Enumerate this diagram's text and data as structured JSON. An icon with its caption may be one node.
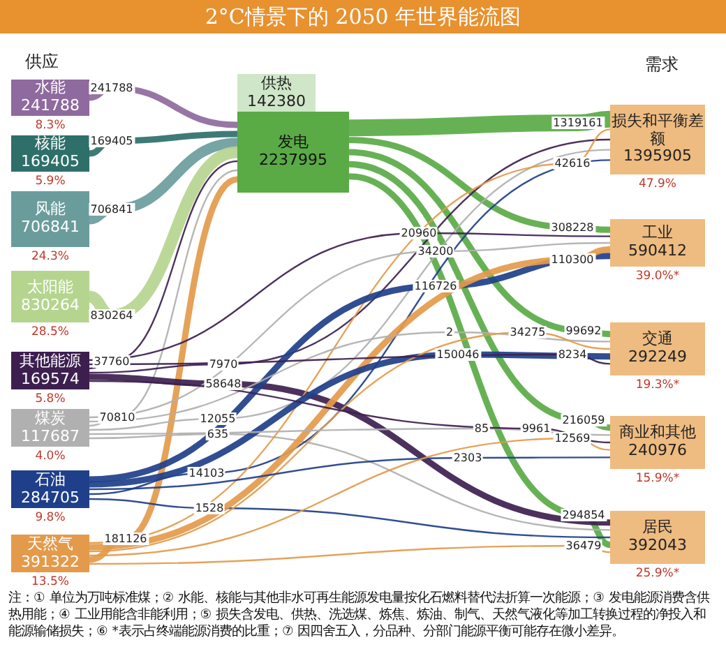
{
  "diagram": {
    "title": "2°C情景下的 2050 年世界能流图",
    "caption": "注：① 单位为万吨标准煤；② 水能、核能与其他非水可再生能源发电量按化石燃料替代法折算一次能源；③ 发电能源消费含供热用能；④ 工业用能含非能利用；⑤ 损失含发电、供热、洗选煤、炼焦、炼油、制气、天然气液化等加工转换过程的净投入和能源输储损失；⑥ *表示占终端能源消费的比重；⑦ 因四舍五入，分品种、分部门能源平衡可能存在微小差异。",
    "nodes": [
      {
        "text": [
          "水能",
          "241788"
        ],
        "beside": [
          "8.3%"
        ]
      },
      {
        "text": [
          "核能",
          "169405"
        ],
        "beside": [
          "5.9%"
        ]
      },
      {
        "text": [
          "风能",
          "706841"
        ],
        "beside": [
          "24.3%"
        ]
      },
      {
        "text": [
          "太阳能",
          "830264"
        ],
        "beside": [
          "28.5%"
        ]
      },
      {
        "text": [
          "其他能源",
          "169574"
        ],
        "beside": [
          "5.8%"
        ]
      },
      {
        "text": [
          "煤炭",
          "117687"
        ],
        "beside": [
          "4.0%"
        ]
      },
      {
        "text": [
          "石油",
          "284705"
        ],
        "beside": [
          "9.8%"
        ]
      },
      {
        "text": [
          "天然气",
          "391322"
        ],
        "beside": [
          "13.5%"
        ]
      },
      {
        "text": [
          "供热",
          "142380"
        ]
      },
      {
        "text": [
          "发电",
          "2237995"
        ]
      },
      {
        "text": [
          "损失和平衡差额",
          "1395905"
        ],
        "beside": [
          "47.9%"
        ]
      },
      {
        "text": [
          "工业",
          "590412"
        ],
        "beside": [
          "39.0%*"
        ]
      },
      {
        "text": [
          "交通",
          "292249"
        ],
        "beside": [
          "19.3%*"
        ]
      },
      {
        "text": [
          "商业和其他",
          "240976"
        ],
        "beside": [
          "15.9%*"
        ]
      },
      {
        "text": [
          "居民",
          "392043"
        ],
        "beside": [
          "25.9%*"
        ]
      }
    ],
    "edges": [
      {
        "from": 0,
        "to": 9,
        "arrow": "none",
        "style": "thick",
        "label": "241788",
        "color": "#8e6a9e"
      },
      {
        "from": 1,
        "to": 9,
        "arrow": "none",
        "style": "thick",
        "label": "169405",
        "color": "#2f6f6a"
      },
      {
        "from": 2,
        "to": 9,
        "arrow": "none",
        "style": "thick",
        "label": "706841",
        "color": "#6b9c9c"
      },
      {
        "from": 3,
        "to": 9,
        "arrow": "none",
        "style": "thick",
        "label": "830264",
        "color": "#b5d58f"
      },
      {
        "from": 4,
        "to": 9,
        "arrow": "none",
        "label": "37760",
        "color": "#3d1f4f"
      },
      {
        "from": 5,
        "to": 9,
        "arrow": "none",
        "label": "70810",
        "color": "#b0b0b0"
      },
      {
        "from": 7,
        "to": 9,
        "arrow": "none",
        "style": "thick",
        "label": "181126",
        "color": "#e39a4a"
      },
      {
        "from": 9,
        "to": 10,
        "arrow": "none",
        "style": "thick",
        "label": "1319161",
        "color": "#5aaa46"
      },
      {
        "from": 9,
        "to": 11,
        "arrow": "none",
        "style": "thick",
        "label": "308228",
        "color": "#5aaa46"
      },
      {
        "from": 9,
        "to": 12,
        "arrow": "none",
        "style": "thick",
        "label": "99692",
        "color": "#5aaa46"
      },
      {
        "from": 9,
        "to": 13,
        "arrow": "none",
        "style": "thick",
        "label": "216059",
        "color": "#5aaa46"
      },
      {
        "from": 9,
        "to": 14,
        "arrow": "none",
        "style": "thick",
        "label": "294854",
        "color": "#5aaa46"
      },
      {
        "from": 4,
        "to": 10,
        "arrow": "none",
        "label": "7970",
        "color": "#3d1f4f"
      },
      {
        "from": 4,
        "to": 14,
        "arrow": "none",
        "style": "thick",
        "label": "58648",
        "color": "#3d1f4f"
      },
      {
        "from": 5,
        "to": 10,
        "arrow": "none",
        "label": "12055",
        "color": "#b0b0b0"
      },
      {
        "from": 5,
        "to": 14,
        "arrow": "none",
        "label": "635",
        "color": "#b0b0b0"
      },
      {
        "from": 6,
        "to": 10,
        "arrow": "none",
        "label": "14103",
        "color": "#1f3f8a"
      },
      {
        "from": 6,
        "to": 14,
        "arrow": "none",
        "label": "1528",
        "color": "#1f3f8a"
      },
      {
        "from": 7,
        "to": 10,
        "arrow": "none",
        "label": "42616",
        "color": "#e39a4a"
      },
      {
        "from": 4,
        "to": 11,
        "arrow": "none",
        "label": "20960",
        "color": "#3d1f4f"
      },
      {
        "from": 5,
        "to": 11,
        "arrow": "none",
        "label": "34200",
        "color": "#b0b0b0"
      },
      {
        "from": 6,
        "to": 11,
        "arrow": "none",
        "style": "thick",
        "label": "116726",
        "color": "#1f3f8a"
      },
      {
        "from": 7,
        "to": 11,
        "arrow": "none",
        "style": "thick",
        "label": "110300",
        "color": "#e39a4a"
      },
      {
        "from": 5,
        "to": 12,
        "arrow": "none",
        "label": "2",
        "color": "#b0b0b0"
      },
      {
        "from": 6,
        "to": 12,
        "arrow": "none",
        "style": "thick",
        "label": "150046",
        "color": "#1f3f8a"
      },
      {
        "from": 7,
        "to": 12,
        "arrow": "none",
        "label": "34275",
        "color": "#e39a4a"
      },
      {
        "from": 4,
        "to": 12,
        "arrow": "none",
        "label": "8234",
        "color": "#3d1f4f"
      },
      {
        "from": 5,
        "to": 13,
        "arrow": "none",
        "label": "85",
        "color": "#b0b0b0"
      },
      {
        "from": 4,
        "to": 13,
        "arrow": "none",
        "label": "9961",
        "color": "#3d1f4f"
      },
      {
        "from": 6,
        "to": 13,
        "arrow": "none",
        "label": "2303",
        "color": "#1f3f8a"
      },
      {
        "from": 7,
        "to": 13,
        "arrow": "none",
        "label": "12569",
        "color": "#e39a4a"
      },
      {
        "from": 7,
        "to": 14,
        "arrow": "none",
        "label": "36479",
        "color": "#e39a4a"
      }
    ],
    "labels": [
      "供应",
      "需求"
    ]
  }
}
